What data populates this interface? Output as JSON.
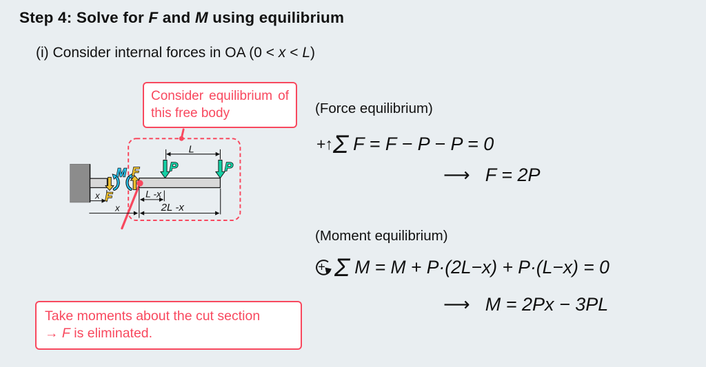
{
  "title": {
    "pre": "Step 4: Solve for ",
    "var1": "F",
    "mid": " and ",
    "var2": "M",
    "post": " using equilibrium"
  },
  "subtitle": {
    "pre": "(i) Consider internal forces in OA (0 < ",
    "var1": "x",
    "mid": " < ",
    "var2": "L",
    "post": ")"
  },
  "callouts": {
    "free_body": {
      "text": "Consider equilibrium of this free body"
    },
    "moments": {
      "line1": "Take moments about the cut section",
      "line2_pre": "→ ",
      "line2_var": "F",
      "line2_post": " is eliminated."
    }
  },
  "diagram": {
    "labels": {
      "moment": "M",
      "shear_top": "F",
      "shear_bottom": "F",
      "load1": "P",
      "load2": "P"
    },
    "dims": {
      "span": "L",
      "l_minus_x": "L -x",
      "two_l_minus_x": "2L -x",
      "x_upper": "x",
      "x_lower": "x"
    }
  },
  "equations": {
    "force": {
      "heading": "(Force equilibrium)",
      "sign": "+↑",
      "sigma": "Σ",
      "body": "F = F − P − P = 0",
      "arrow": "⟶",
      "result": "F = 2P"
    },
    "moment": {
      "heading": "(Moment equilibrium)",
      "sign_plus": "+",
      "sigma": "Σ",
      "body": "M = M + P·(2L−x) + P·(L−x) = 0",
      "arrow": "⟶",
      "result": "M = 2Px − 3PL"
    }
  },
  "colors": {
    "background": "#e9eef1",
    "accent_pink": "#f8485e",
    "load_teal": "#15d0a5",
    "moment_cyan": "#2bc4ee",
    "shear_yellow": "#eec02f",
    "beam_gray": "#d8d8d8",
    "wall_gray": "#8c8c8c",
    "ink": "#111111"
  }
}
